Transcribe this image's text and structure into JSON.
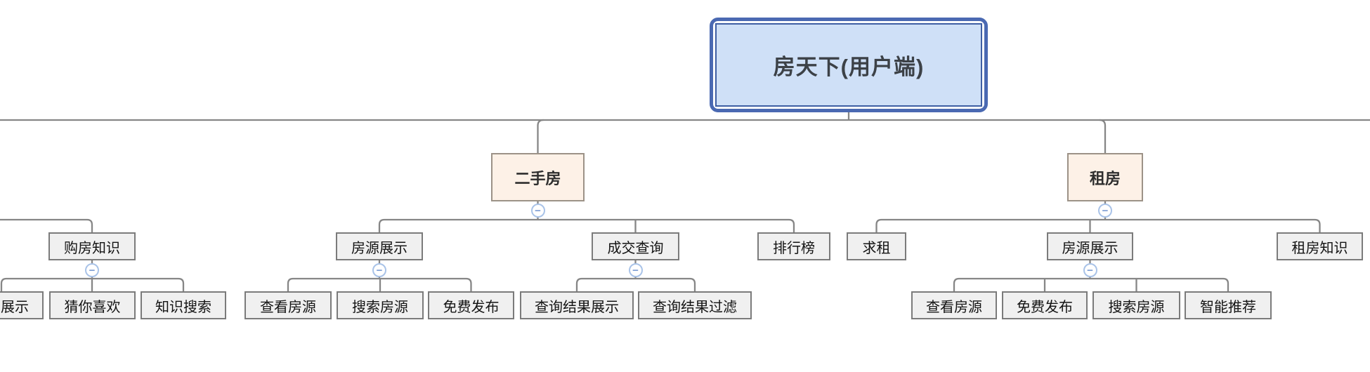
{
  "diagram": {
    "app": "mind-map",
    "title": "房天下(用户端)",
    "collapse_icon_glyph": "−",
    "colors": {
      "root_fill": "#cfe0f7",
      "root_border": "#4a69b2",
      "branch_fill": "#fdf1e7",
      "branch_border": "#9c9287",
      "topic_fill": "#f0f0f0",
      "topic_border": "#7b7b7b",
      "line": "#868686",
      "collapse_ring": "#a9c3e8",
      "collapse_glyph": "#7b9cd3"
    },
    "nodes": [
      {
        "id": "root",
        "label": "房天下(用户端)",
        "level": 1,
        "parent": null
      },
      {
        "id": "ershoufang",
        "label": "二手房",
        "level": 2,
        "parent": "root"
      },
      {
        "id": "zufang",
        "label": "租房",
        "level": 2,
        "parent": "root"
      },
      {
        "id": "goufang-zhishi",
        "label": "购房知识",
        "level": 3,
        "parent": "offscreen-left"
      },
      {
        "id": "fangyuan-zhanshi-esf",
        "label": "房源展示",
        "level": 3,
        "parent": "ershoufang"
      },
      {
        "id": "chengjiao-chaxun",
        "label": "成交查询",
        "level": 3,
        "parent": "ershoufang"
      },
      {
        "id": "paihangbang",
        "label": "排行榜",
        "level": 3,
        "parent": "ershoufang"
      },
      {
        "id": "qiuzu",
        "label": "求租",
        "level": 3,
        "parent": "zufang"
      },
      {
        "id": "fangyuan-zhanshi-zf",
        "label": "房源展示",
        "level": 3,
        "parent": "zufang"
      },
      {
        "id": "zufang-zhishi",
        "label": "租房知识",
        "level": 3,
        "parent": "zufang"
      },
      {
        "id": "zhishi-zhanshi",
        "label": "知识展示",
        "level": 4,
        "parent": "goufang-zhishi",
        "clipped": "partially visible at left edge"
      },
      {
        "id": "cainixihuan",
        "label": "猜你喜欢",
        "level": 4,
        "parent": "goufang-zhishi"
      },
      {
        "id": "zhishi-sousuo",
        "label": "知识搜索",
        "level": 4,
        "parent": "goufang-zhishi"
      },
      {
        "id": "chakan-fangyuan-esf",
        "label": "查看房源",
        "level": 4,
        "parent": "fangyuan-zhanshi-esf"
      },
      {
        "id": "sousuo-fangyuan-esf",
        "label": "搜索房源",
        "level": 4,
        "parent": "fangyuan-zhanshi-esf"
      },
      {
        "id": "mianfei-fabu-esf",
        "label": "免费发布",
        "level": 4,
        "parent": "fangyuan-zhanshi-esf"
      },
      {
        "id": "chaxun-jieguo-zhanshi",
        "label": "查询结果展示",
        "level": 4,
        "parent": "chengjiao-chaxun"
      },
      {
        "id": "chaxun-jieguo-guolv",
        "label": "查询结果过滤",
        "level": 4,
        "parent": "chengjiao-chaxun"
      },
      {
        "id": "chakan-fangyuan-zf",
        "label": "查看房源",
        "level": 4,
        "parent": "fangyuan-zhanshi-zf"
      },
      {
        "id": "mianfei-fabu-zf",
        "label": "免费发布",
        "level": 4,
        "parent": "fangyuan-zhanshi-zf"
      },
      {
        "id": "sousuo-fangyuan-zf",
        "label": "搜索房源",
        "level": 4,
        "parent": "fangyuan-zhanshi-zf"
      },
      {
        "id": "zhineng-tuijian",
        "label": "智能推荐",
        "level": 4,
        "parent": "fangyuan-zhanshi-zf"
      }
    ],
    "collapse_buttons": [
      {
        "node": "ershoufang",
        "state": "expanded"
      },
      {
        "node": "zufang",
        "state": "expanded"
      },
      {
        "node": "goufang-zhishi",
        "state": "expanded"
      },
      {
        "node": "fangyuan-zhanshi-esf",
        "state": "expanded"
      },
      {
        "node": "chengjiao-chaxun",
        "state": "expanded"
      },
      {
        "node": "fangyuan-zhanshi-zf",
        "state": "expanded"
      }
    ]
  }
}
